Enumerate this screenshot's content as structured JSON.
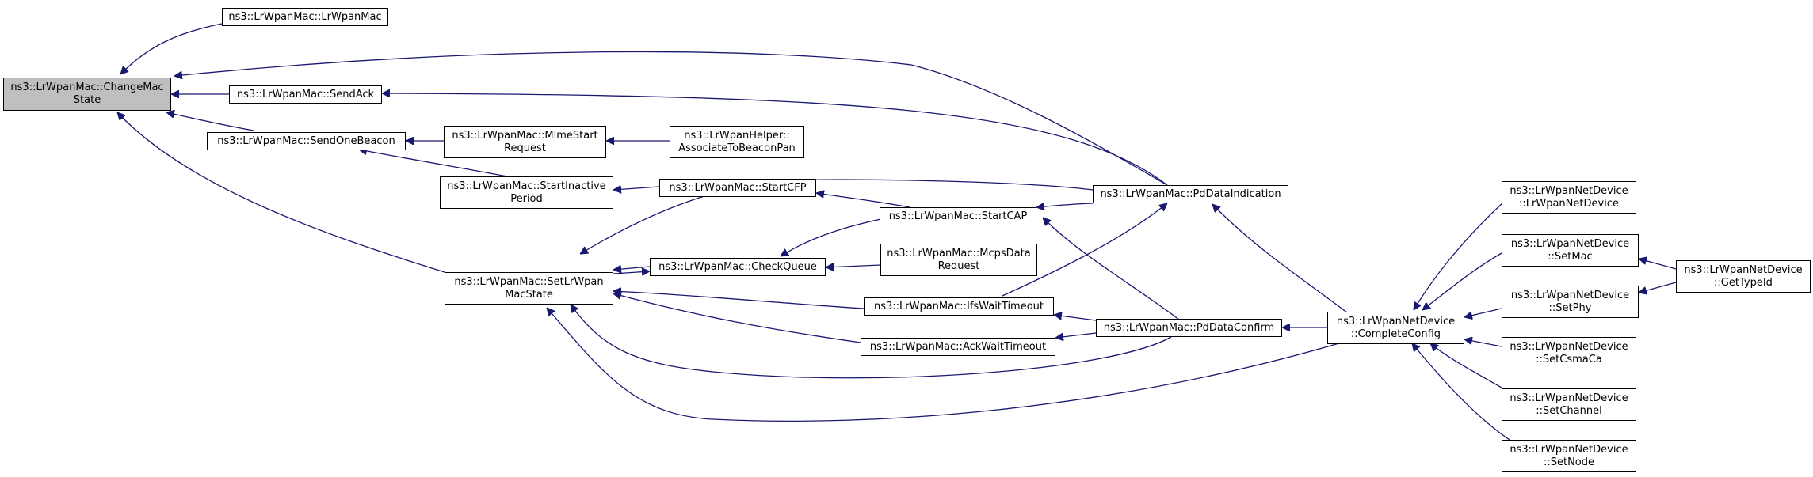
{
  "graph": {
    "nodes": {
      "changeMacState": "ns3::LrWpanMac::ChangeMac\nState",
      "ctor": "ns3::LrWpanMac::LrWpanMac",
      "sendAck": "ns3::LrWpanMac::SendAck",
      "sendOneBeacon": "ns3::LrWpanMac::SendOneBeacon",
      "mlmeStart": "ns3::LrWpanMac::MlmeStart\nRequest",
      "associate": "ns3::LrWpanHelper::\nAssociateToBeaconPan",
      "startInactive": "ns3::LrWpanMac::StartInactive\nPeriod",
      "startCfp": "ns3::LrWpanMac::StartCFP",
      "pdDataIndication": "ns3::LrWpanMac::PdDataIndication",
      "startCap": "ns3::LrWpanMac::StartCAP",
      "setLrWpanMacState": "ns3::LrWpanMac::SetLrWpan\nMacState",
      "checkQueue": "ns3::LrWpanMac::CheckQueue",
      "mcpsData": "ns3::LrWpanMac::McpsData\nRequest",
      "ifsWait": "ns3::LrWpanMac::IfsWaitTimeout",
      "ackWait": "ns3::LrWpanMac::AckWaitTimeout",
      "pdDataConfirm": "ns3::LrWpanMac::PdDataConfirm",
      "completeConfig": "ns3::LrWpanNetDevice\n::CompleteConfig",
      "netDeviceCtor": "ns3::LrWpanNetDevice\n::LrWpanNetDevice",
      "setMac": "ns3::LrWpanNetDevice\n::SetMac",
      "setPhy": "ns3::LrWpanNetDevice\n::SetPhy",
      "getTypeId": "ns3::LrWpanNetDevice\n::GetTypeId",
      "setCsmaCa": "ns3::LrWpanNetDevice\n::SetCsmaCa",
      "setChannel": "ns3::LrWpanNetDevice\n::SetChannel",
      "setNode": "ns3::LrWpanNetDevice\n::SetNode"
    },
    "colors": {
      "edge": "#191970",
      "root_fill": "#bfbfbf",
      "node_fill": "#ffffff",
      "border": "#000000"
    }
  }
}
